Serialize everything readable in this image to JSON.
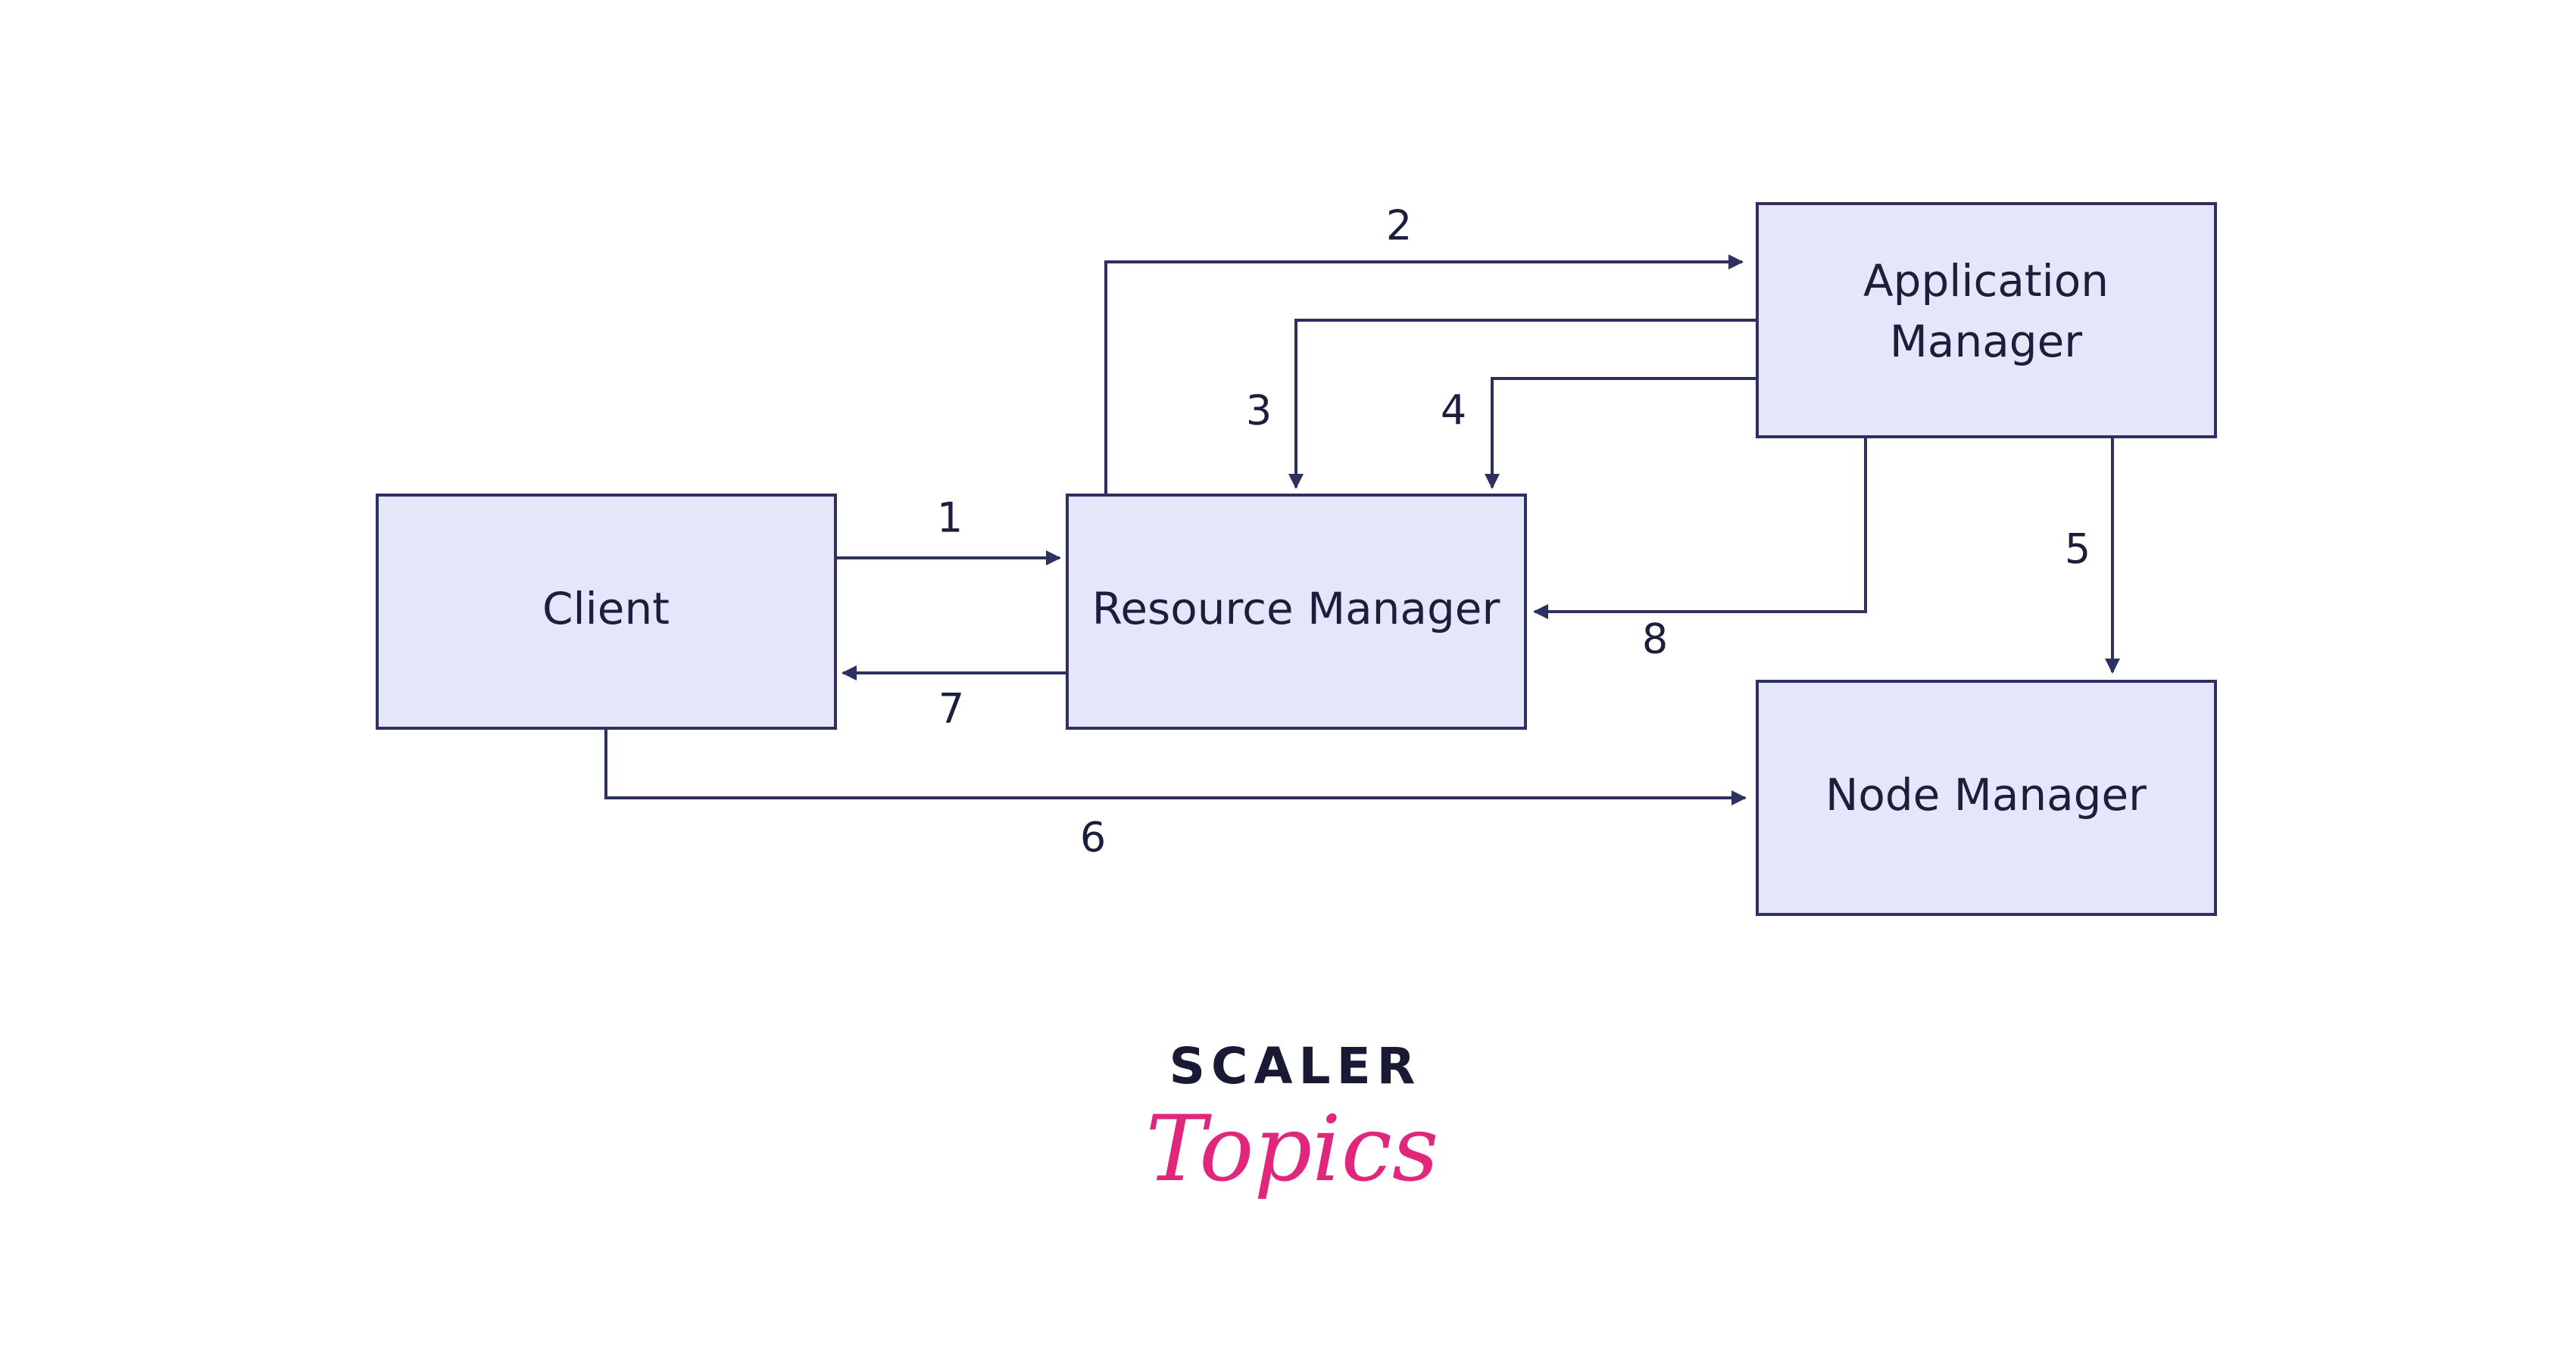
{
  "colors": {
    "box_fill": "#e6e6fa",
    "box_stroke": "#2e3060",
    "line": "#2e3060",
    "text": "#1c1f3c",
    "logo_dark": "#181b33",
    "logo_pink": "#e0277b"
  },
  "nodes": {
    "client": {
      "label": "Client"
    },
    "resource_manager": {
      "label": "Resource Manager"
    },
    "application_manager": {
      "label_line1": "Application",
      "label_line2": "Manager"
    },
    "node_manager": {
      "label": "Node Manager"
    }
  },
  "edges": {
    "e1": {
      "label": "1",
      "from": "Client",
      "to": "Resource Manager"
    },
    "e2": {
      "label": "2",
      "from": "Resource Manager",
      "to": "Application Manager"
    },
    "e3": {
      "label": "3",
      "from": "Application Manager",
      "to": "Resource Manager"
    },
    "e4": {
      "label": "4",
      "from": "Application Manager",
      "to": "Resource Manager"
    },
    "e5": {
      "label": "5",
      "from": "Application Manager",
      "to": "Node Manager"
    },
    "e6": {
      "label": "6",
      "from": "Client",
      "to": "Node Manager"
    },
    "e7": {
      "label": "7",
      "from": "Resource Manager",
      "to": "Client"
    },
    "e8": {
      "label": "8",
      "from": "Application Manager",
      "to": "Resource Manager"
    }
  },
  "logo": {
    "line1": "SCALER",
    "line2": "Topics"
  }
}
